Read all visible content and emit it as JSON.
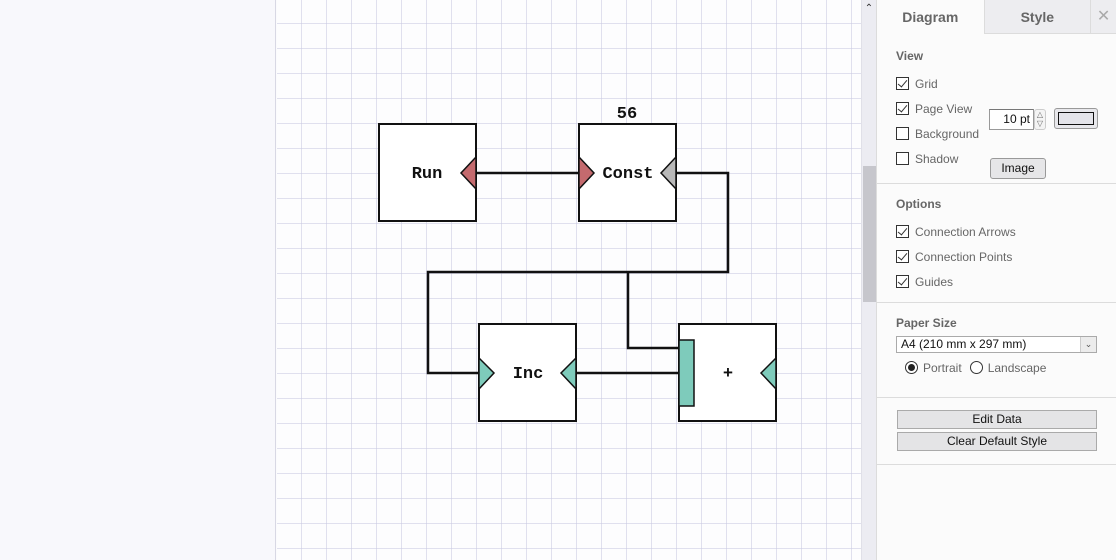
{
  "panel": {
    "tabs": [
      {
        "label": "Diagram",
        "active": true
      },
      {
        "label": "Style",
        "active": false
      }
    ],
    "close_icon": "close-icon",
    "view": {
      "title": "View",
      "grid": {
        "label": "Grid",
        "checked": true,
        "size_value": "10 pt"
      },
      "page_view": {
        "label": "Page View",
        "checked": true
      },
      "background": {
        "label": "Background",
        "checked": false,
        "image_button": "Image"
      },
      "shadow": {
        "label": "Shadow",
        "checked": false
      }
    },
    "options": {
      "title": "Options",
      "items": [
        {
          "label": "Connection Arrows",
          "checked": true
        },
        {
          "label": "Connection Points",
          "checked": true
        },
        {
          "label": "Guides",
          "checked": true
        }
      ]
    },
    "paper": {
      "title": "Paper Size",
      "selected": "A4 (210 mm x 297 mm)",
      "orientation": [
        {
          "label": "Portrait",
          "checked": true
        },
        {
          "label": "Landscape",
          "checked": false
        }
      ]
    },
    "actions": {
      "edit_data": "Edit Data",
      "clear_style": "Clear Default Style"
    }
  },
  "diagram": {
    "colors": {
      "red_port": "#c46a6e",
      "teal_port": "#7ecbbb",
      "gray_port": "#b8b8b8",
      "wire": "#111111"
    },
    "blocks": [
      {
        "id": "run",
        "label": "Run"
      },
      {
        "id": "const",
        "label": "Const",
        "value": "56"
      },
      {
        "id": "inc",
        "label": "Inc"
      },
      {
        "id": "plus",
        "label": "+"
      }
    ]
  }
}
